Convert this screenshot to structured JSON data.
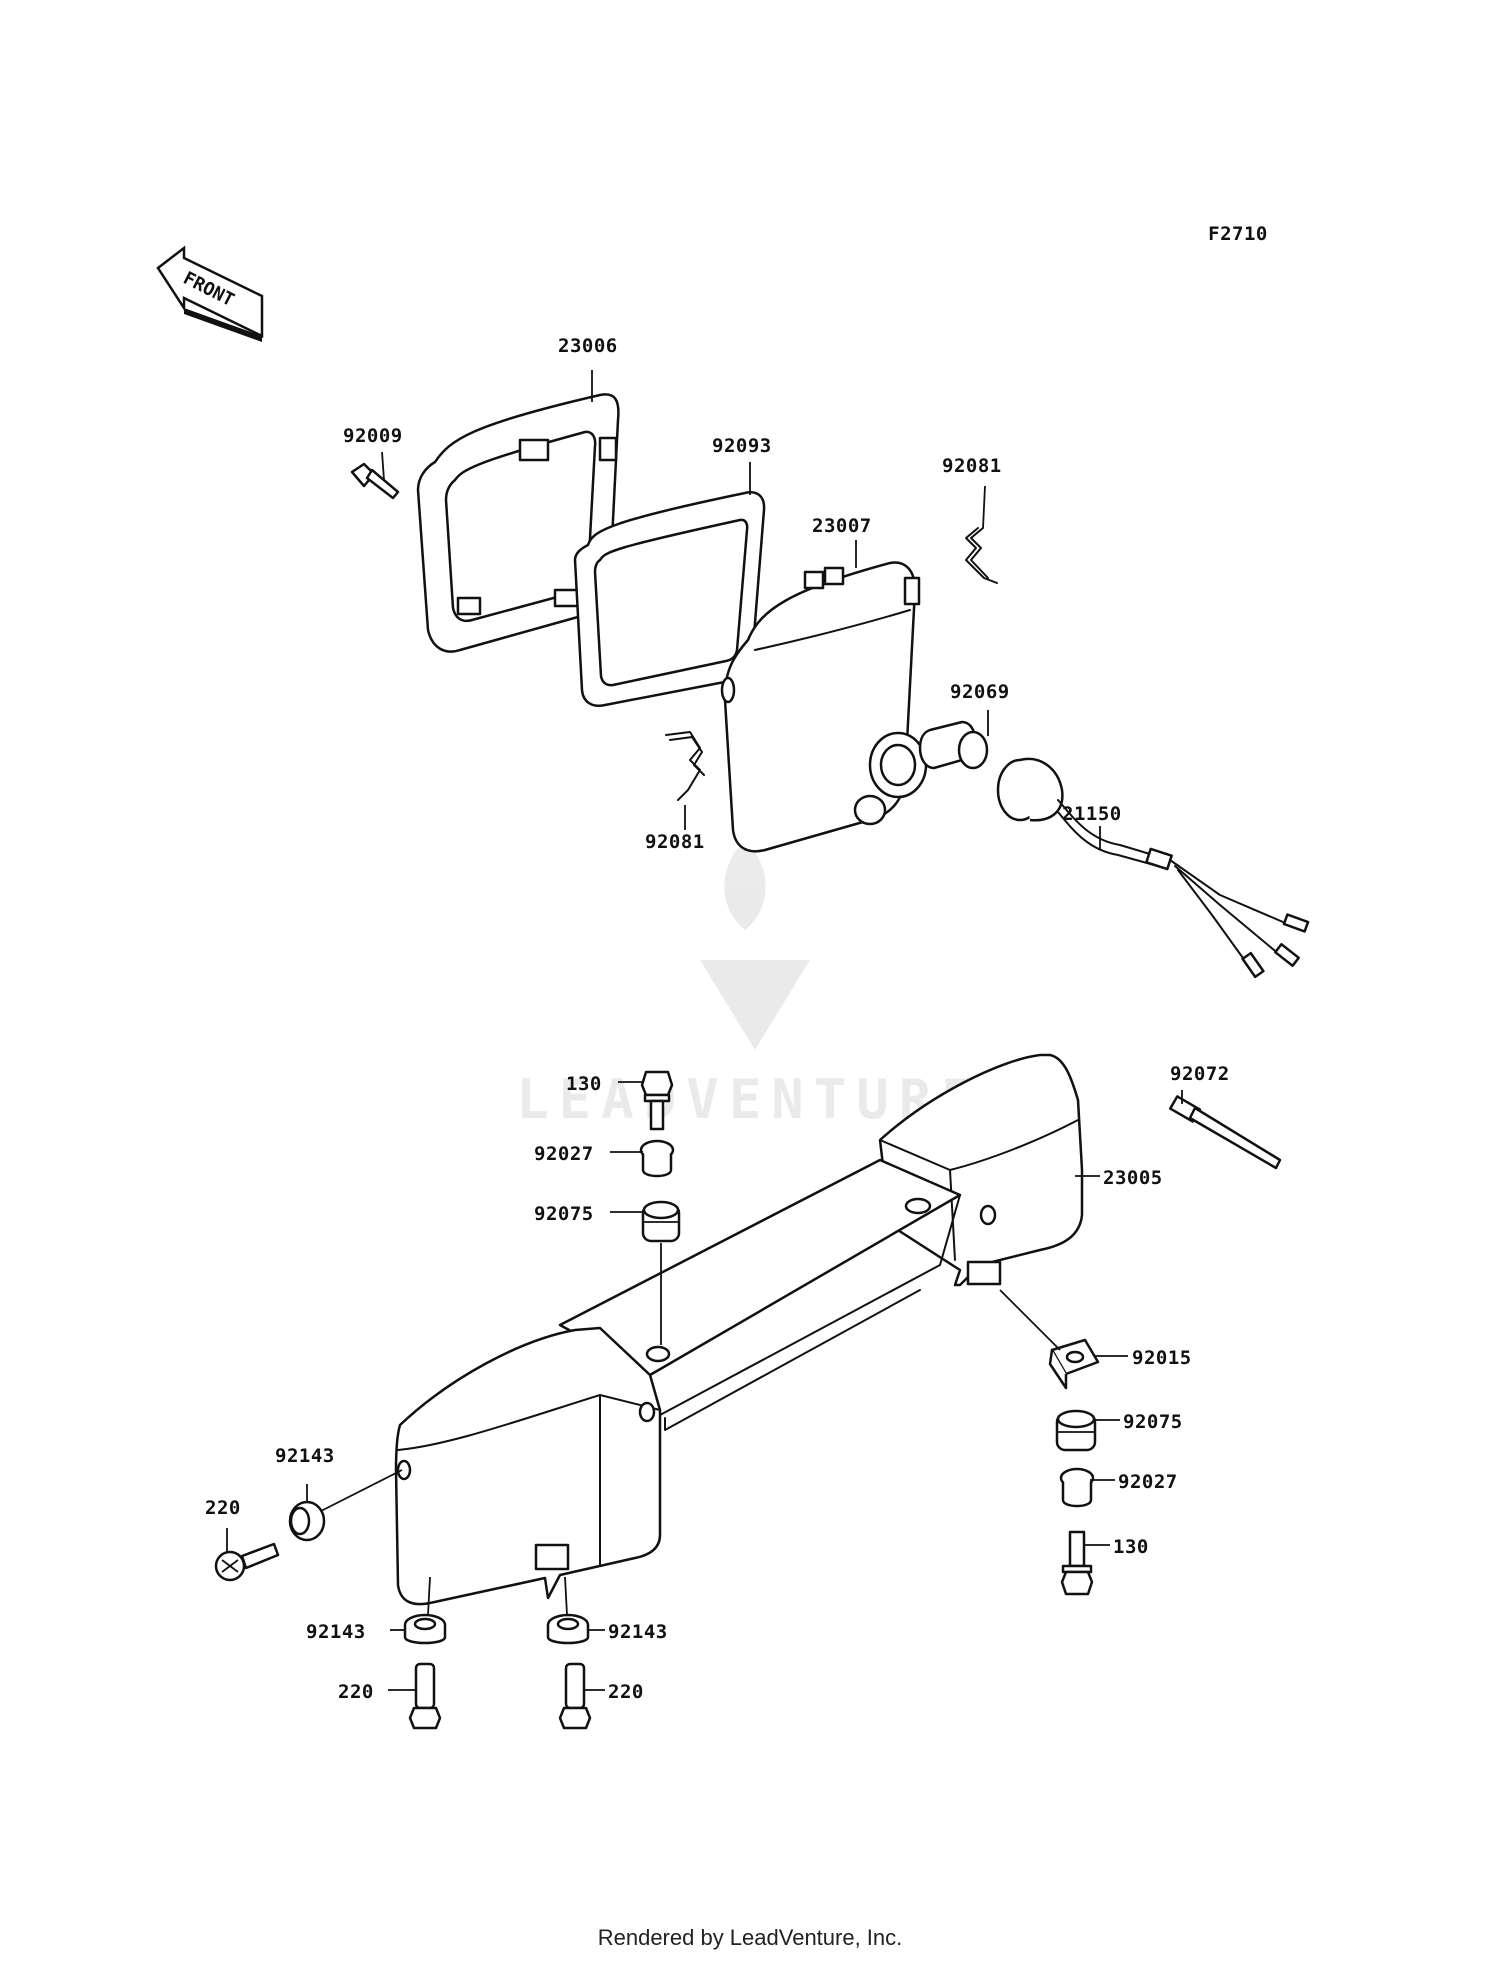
{
  "diagram_code": "F2710",
  "front_arrow_label": "FRONT",
  "watermark": "LEADVENTURE",
  "footer": "Rendered by LeadVenture, Inc.",
  "callouts": {
    "c23006": "23006",
    "c92009": "92009",
    "c92093": "92093",
    "c92081a": "92081",
    "c23007": "23007",
    "c92069": "92069",
    "c92081b": "92081",
    "c21150": "21150",
    "c130a": "130",
    "c92027a": "92027",
    "c92075a": "92075",
    "c92072": "92072",
    "c23005": "23005",
    "c92015": "92015",
    "c92075b": "92075",
    "c92027b": "92027",
    "c130b": "130",
    "c92143a": "92143",
    "c220a": "220",
    "c92143b": "92143",
    "c92143c": "92143",
    "c220b": "220",
    "c220c": "220"
  }
}
